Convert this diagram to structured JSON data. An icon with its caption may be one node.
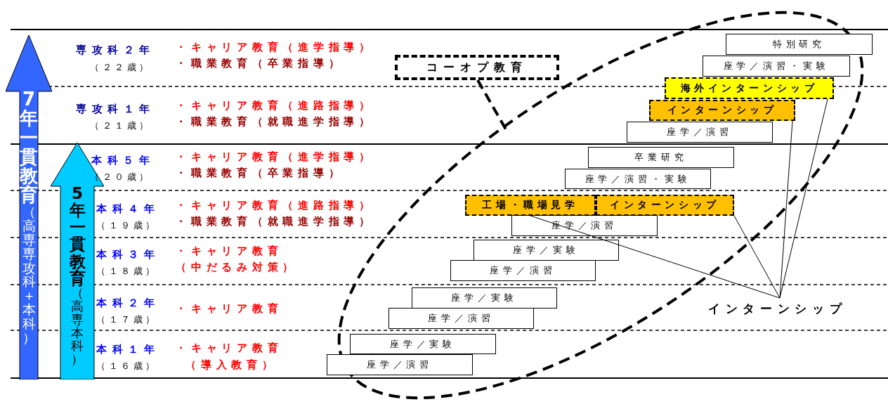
{
  "diagram": {
    "nodes": [
      {
        "text": [
          "7年一貫教育",
          "（高専専攻科＋本科）"
        ]
      },
      {
        "text": [
          "5年一貫教育",
          "（高専本科）"
        ]
      },
      {
        "text": [],
        "shape": "ellipse"
      },
      {
        "text": [
          "コーオプ教育"
        ]
      },
      {
        "text": [
          "特別研究"
        ]
      },
      {
        "text": [
          "座学／演習・実験"
        ],
        "in": 2
      },
      {
        "text": [
          "海外インターンシップ"
        ],
        "in": 2
      },
      {
        "text": [
          "インターンシップ"
        ],
        "in": 2
      },
      {
        "text": [
          "座学／演習"
        ],
        "in": 2
      },
      {
        "text": [
          "卒業研究"
        ],
        "in": 2
      },
      {
        "text": [
          "座学／演習・実験"
        ],
        "in": 2
      },
      {
        "text": [
          "工場・職場見学"
        ],
        "in": 2
      },
      {
        "text": [
          "インターンシップ"
        ],
        "in": 2
      },
      {
        "text": [
          "座学／演習"
        ],
        "in": 2
      },
      {
        "text": [
          "座学／実験"
        ],
        "in": 2
      },
      {
        "text": [
          "座学／演習"
        ],
        "in": 2
      },
      {
        "text": [
          "座学／実験"
        ],
        "in": 2
      },
      {
        "text": [
          "座学／演習"
        ],
        "in": 2
      },
      {
        "text": [
          "座学／実験"
        ],
        "in": 2
      },
      {
        "text": [
          "座学／演習"
        ]
      },
      {
        "text": [
          "インターンシップ"
        ]
      }
    ],
    "edges": [
      {
        "from": 3,
        "to": 2,
        "arrow": "none",
        "style": "dashed"
      },
      {
        "from": 20,
        "to": 6,
        "arrow": "none"
      },
      {
        "from": 20,
        "to": 7,
        "arrow": "none"
      },
      {
        "from": 20,
        "to": 12,
        "arrow": "none"
      },
      {
        "from": 20,
        "to": 11,
        "arrow": "none"
      }
    ],
    "labels": [
      "専攻科２年",
      "（２２歳）",
      "・キャリア教育（進学指導）",
      "・職業教育（卒業指導）",
      "専攻科１年",
      "（２１歳）",
      "・キャリア教育（進路指導）",
      "・職業教育（就職進学指導）",
      "本科５年",
      "（２０歳）",
      "・キャリア教育（進学指導）",
      "・職業教育（卒業指導）",
      "本科４年",
      "（１９歳）",
      "・キャリア教育（進路指導）",
      "・職業教育（就職進学指導）",
      "本科３年",
      "（１８歳）",
      "・キャリア教育",
      "（中だるみ対策）",
      "本科２年",
      "（１７歳）",
      "・キャリア教育",
      "本科１年",
      "（１６歳）",
      "・キャリア教育",
      "（導入教育）"
    ]
  }
}
